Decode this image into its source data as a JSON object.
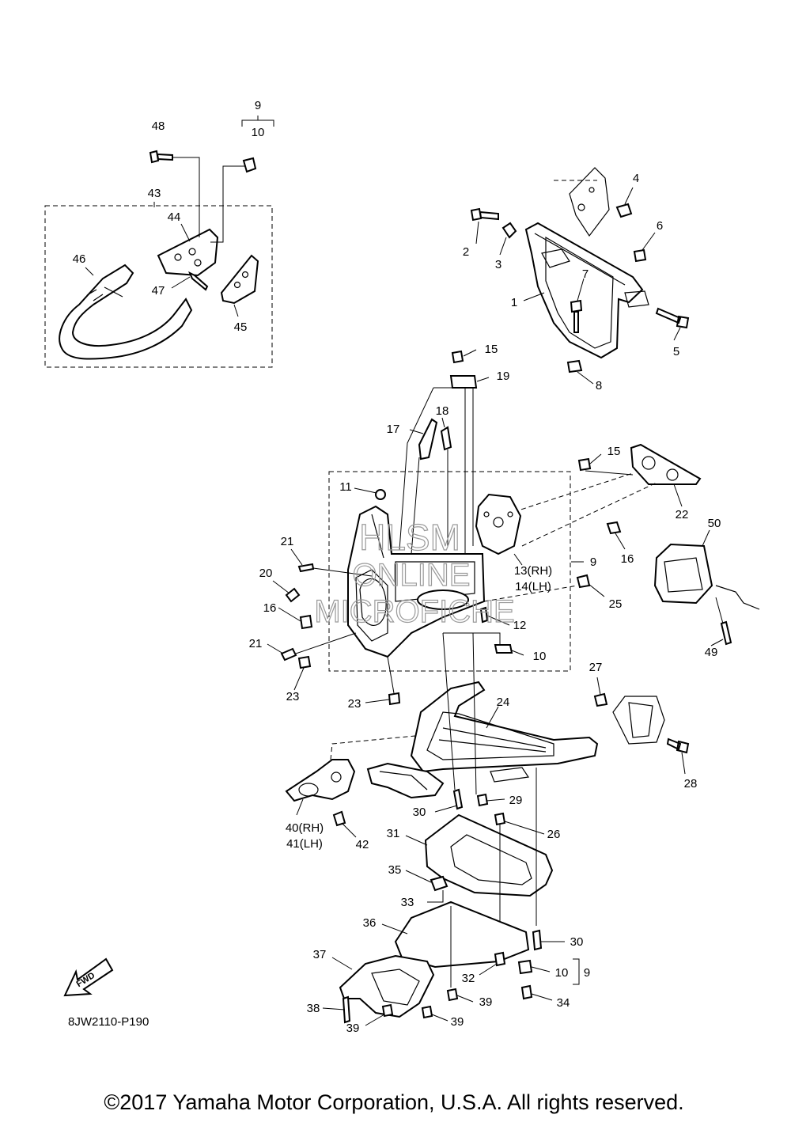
{
  "callouts": {
    "c48": "48",
    "c9a": "9",
    "c10a": "10",
    "c43": "43",
    "c44": "44",
    "c46": "46",
    "c47": "47",
    "c45": "45",
    "c4": "4",
    "c6": "6",
    "c2": "2",
    "c3": "3",
    "c7": "7",
    "c1": "1",
    "c5": "5",
    "c8": "8",
    "c15a": "15",
    "c19": "19",
    "c18": "18",
    "c17": "17",
    "c15b": "15",
    "c22": "22",
    "c11": "11",
    "c16a": "16",
    "c50": "50",
    "c21a": "21",
    "c13": "13(RH)",
    "c14": "14(LH)",
    "c9b": "9",
    "c20": "20",
    "c25": "25",
    "c16b": "16",
    "c12": "12",
    "c49": "49",
    "c21b": "21",
    "c10b": "10",
    "c23a": "23",
    "c27": "27",
    "c23b": "23",
    "c24": "24",
    "c28": "28",
    "c29": "29",
    "c30a": "30",
    "c40": "40(RH)",
    "c41": "41(LH)",
    "c42": "42",
    "c26": "26",
    "c31": "31",
    "c35": "35",
    "c33": "33",
    "c36": "36",
    "c30b": "30",
    "c37": "37",
    "c32": "32",
    "c10c": "10",
    "c9c": "9",
    "c39a": "39",
    "c34": "34",
    "c38": "38",
    "c39b": "39",
    "c39c": "39"
  },
  "fwd_label": "FWD",
  "diagram_code": "8JW2110-P190",
  "watermark": {
    "line1": "HLSM",
    "line2": "ONLINE",
    "line3": "MICROFICHE"
  },
  "copyright": "©2017 Yamaha Motor Corporation, U.S.A. All rights reserved."
}
